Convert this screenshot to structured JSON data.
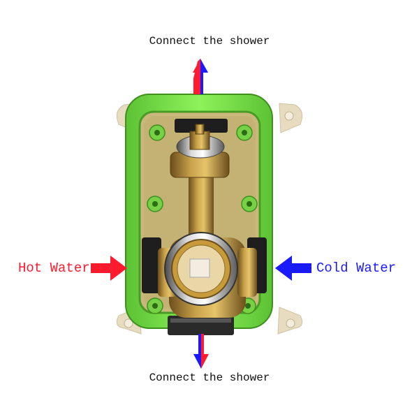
{
  "labels": {
    "top_outlet": "Connect the shower",
    "bottom_outlet": "Connect the shower",
    "hot_inlet": "Hot Water",
    "cold_inlet": "Cold Water"
  },
  "colors": {
    "hot": "#ff1a2e",
    "cold": "#1a1aff",
    "housing": "#7fe24a"
  }
}
